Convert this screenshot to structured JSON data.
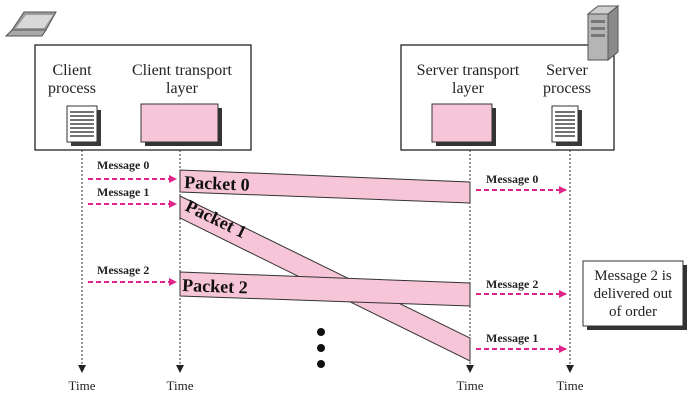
{
  "client": {
    "process_label_line1": "Client",
    "process_label_line2": "process",
    "transport_label_line1": "Client transport",
    "transport_label_line2": "layer"
  },
  "server": {
    "transport_label_line1": "Server transport",
    "transport_label_line2": "layer",
    "process_label_line1": "Server",
    "process_label_line2": "process"
  },
  "client_messages": [
    "Message 0",
    "Message 1",
    "Message 2"
  ],
  "server_messages": [
    "Message 0",
    "Message 2",
    "Message 1"
  ],
  "packets": [
    "Packet 0",
    "Packet 1",
    "Packet 2"
  ],
  "time_label": "Time",
  "note": {
    "line1": "Message 2 is",
    "line2": "delivered out",
    "line3": "of order"
  },
  "colors": {
    "packet_fill": "#f7c5d8",
    "arrow": "#e0258a",
    "box_border": "#222222"
  },
  "icons": [
    "laptop-icon",
    "server-tower-icon",
    "document-icon"
  ]
}
